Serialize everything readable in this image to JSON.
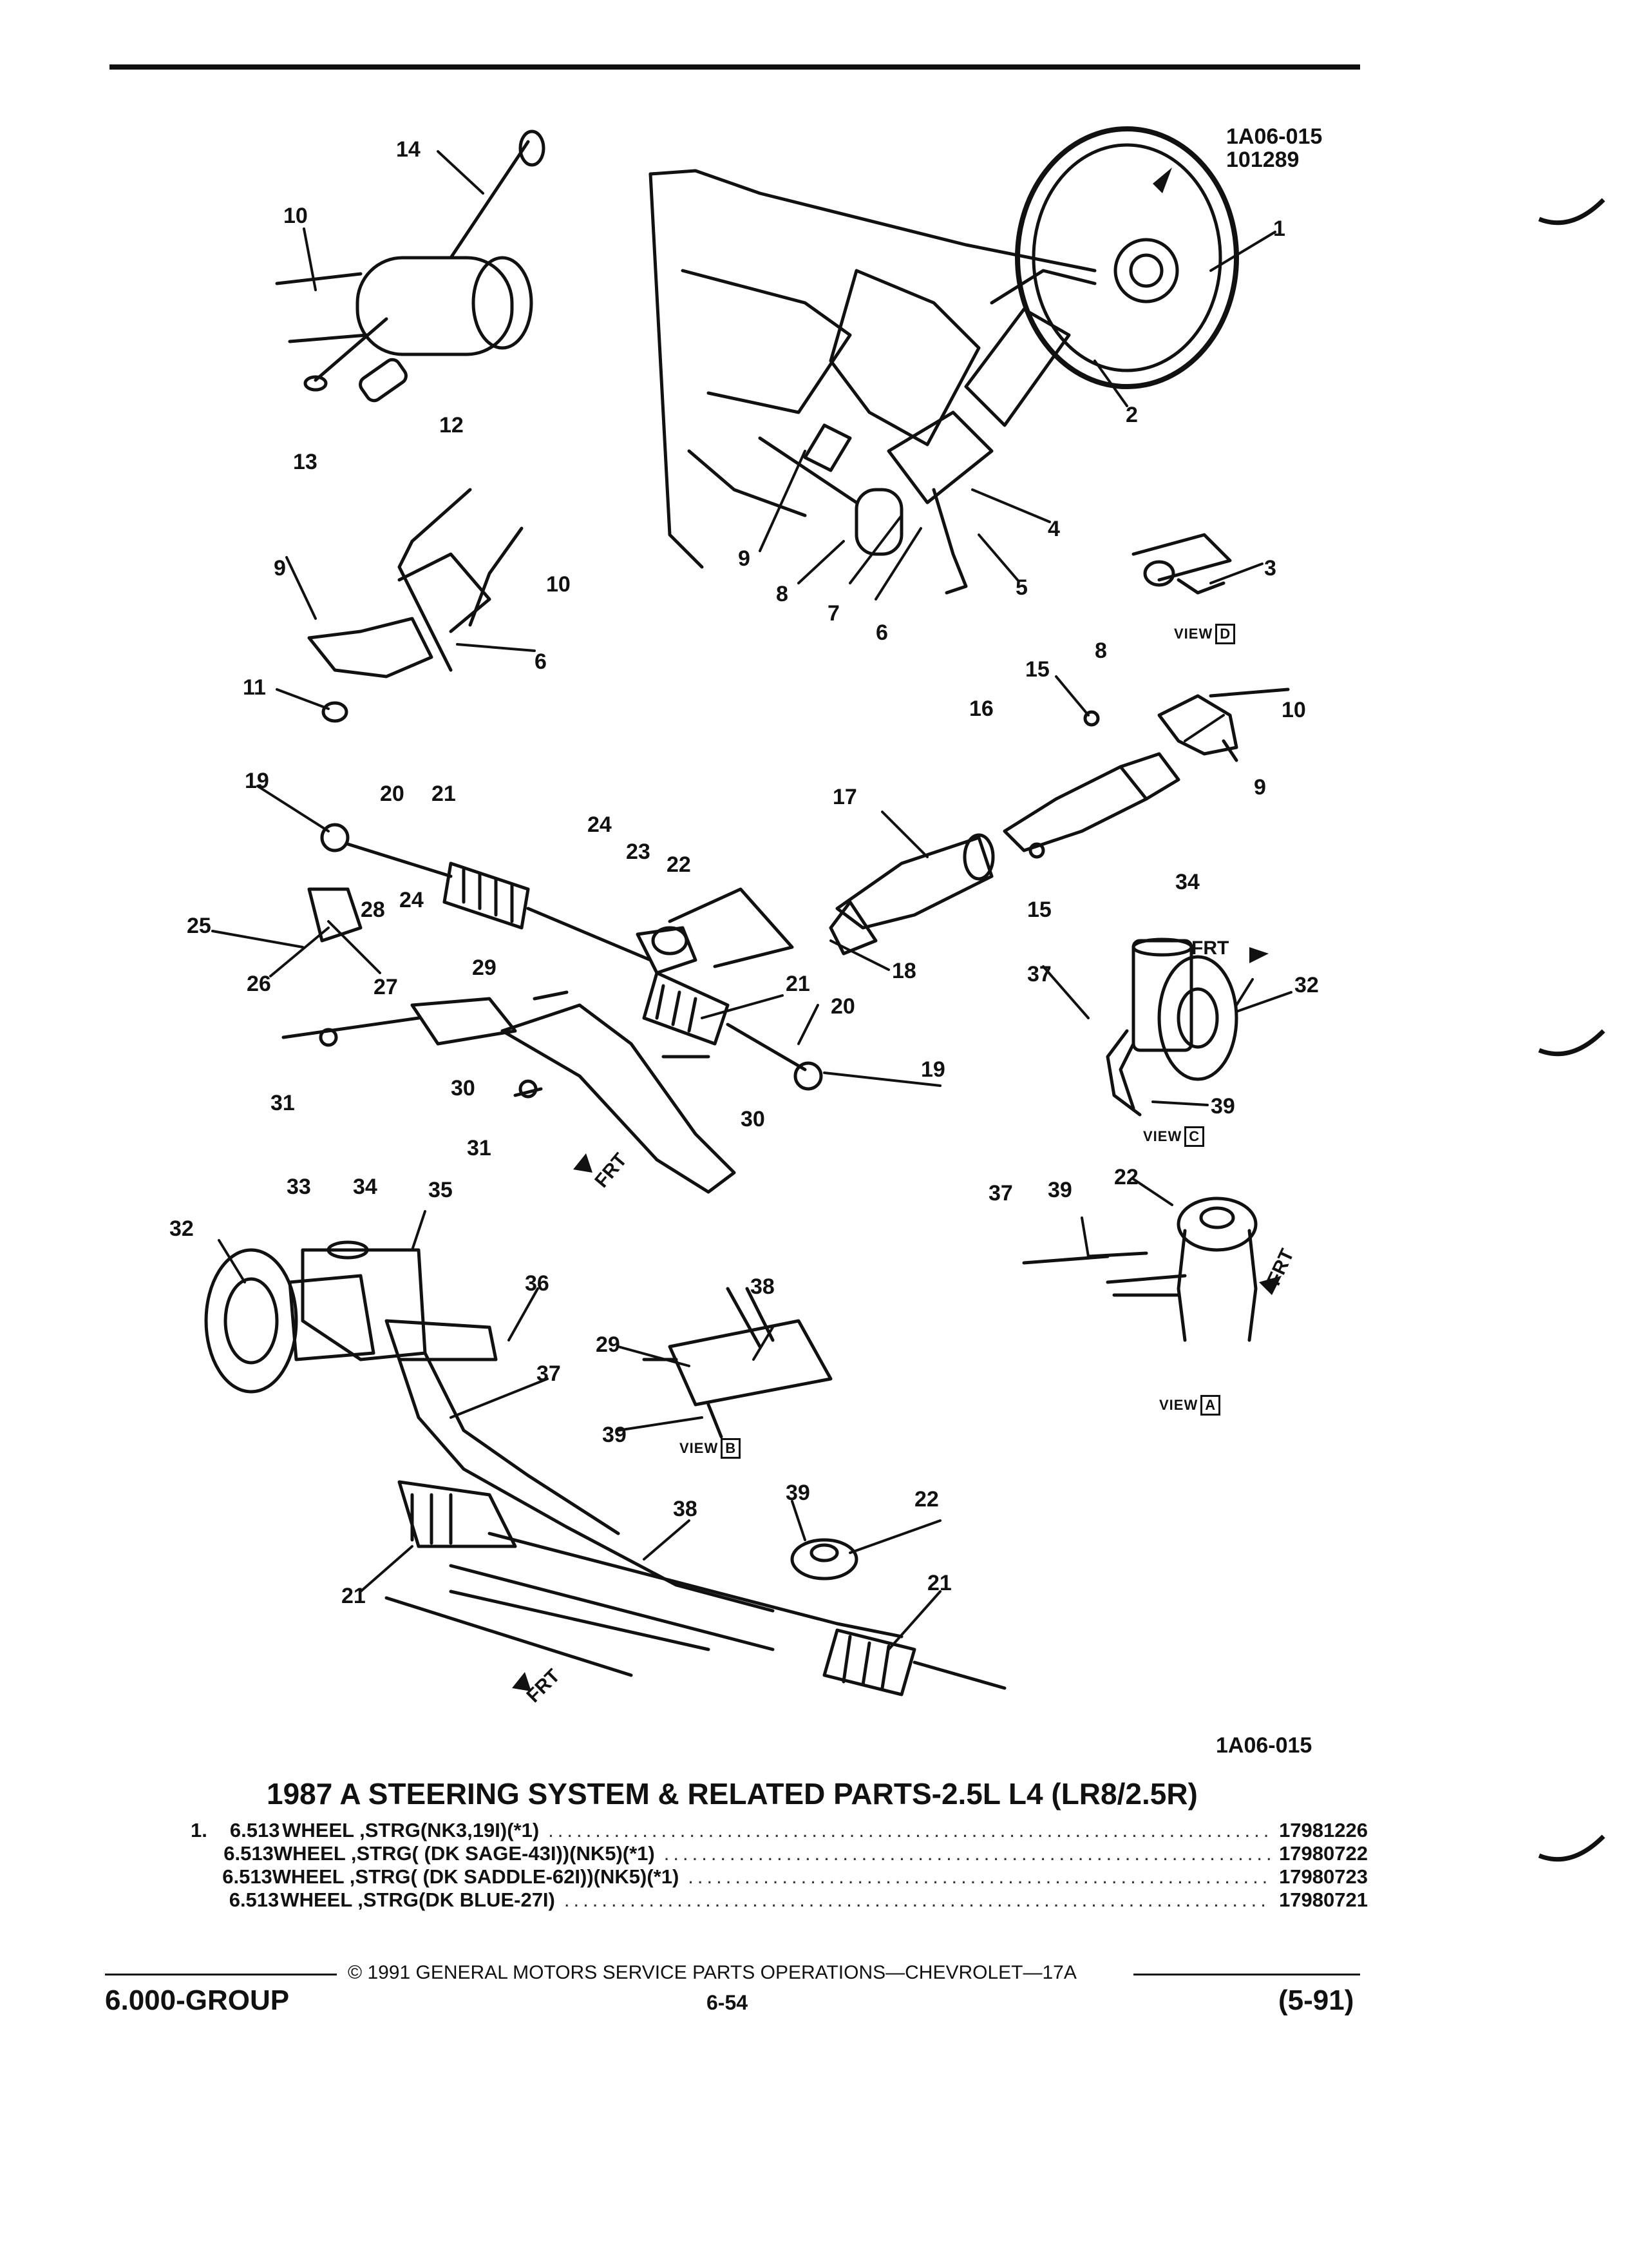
{
  "reference": {
    "code": "1A06-015",
    "date": "101289",
    "bottom_code": "1A06-015"
  },
  "callouts": {
    "c1": "1",
    "c2": "2",
    "c3": "3",
    "c4": "4",
    "c5": "5",
    "c6a": "6",
    "c6b": "6",
    "c7": "7",
    "c8a": "8",
    "c8b": "8",
    "c9a": "9",
    "c9b": "9",
    "c9c": "9",
    "c10a": "10",
    "c10b": "10",
    "c10c": "10",
    "c11": "11",
    "c12": "12",
    "c13": "13",
    "c14": "14",
    "c15a": "15",
    "c15b": "15",
    "c16": "16",
    "c17": "17",
    "c18": "18",
    "c19a": "19",
    "c19b": "19",
    "c20a": "20",
    "c20b": "20",
    "c21a": "21",
    "c21b": "21",
    "c21c": "21",
    "c21d": "21",
    "c22a": "22",
    "c22b": "22",
    "c22c": "22",
    "c23": "23",
    "c24a": "24",
    "c24b": "24",
    "c25": "25",
    "c26": "26",
    "c27": "27",
    "c28": "28",
    "c29a": "29",
    "c29b": "29",
    "c30a": "30",
    "c30b": "30",
    "c31a": "31",
    "c31b": "31",
    "c32a": "32",
    "c32b": "32",
    "c33": "33",
    "c34a": "34",
    "c34b": "34",
    "c35": "35",
    "c36": "36",
    "c37a": "37",
    "c37b": "37",
    "c37c": "37",
    "c38a": "38",
    "c38b": "38",
    "c39a": "39",
    "c39b": "39",
    "c39c": "39",
    "c39d": "39"
  },
  "views": {
    "view_word": "VIEW",
    "a": "A",
    "b": "B",
    "c": "C",
    "d": "D",
    "frt": "FRT"
  },
  "title": "1987 A STEERING SYSTEM & RELATED PARTS-2.5L L4 (LR8/2.5R)",
  "parts": [
    {
      "num": "1.",
      "code": "6.513",
      "desc": "WHEEL ,STRG(NK3,19I)(*1)",
      "part_no": "17981226"
    },
    {
      "num": "",
      "code": "6.513",
      "desc": "WHEEL ,STRG( (DK SAGE-43I))(NK5)(*1)",
      "part_no": "17980722"
    },
    {
      "num": "",
      "code": "6.513",
      "desc": "WHEEL ,STRG( (DK SADDLE-62I))(NK5)(*1)",
      "part_no": "17980723"
    },
    {
      "num": "",
      "code": "6.513",
      "desc": "WHEEL ,STRG(DK BLUE-27I)",
      "part_no": "17980721"
    }
  ],
  "footer": {
    "copyright": "© 1991 GENERAL MOTORS SERVICE PARTS OPERATIONS—CHEVROLET—17A",
    "group": "6.000-GROUP",
    "page": "6-54",
    "date": "(5-91)"
  }
}
